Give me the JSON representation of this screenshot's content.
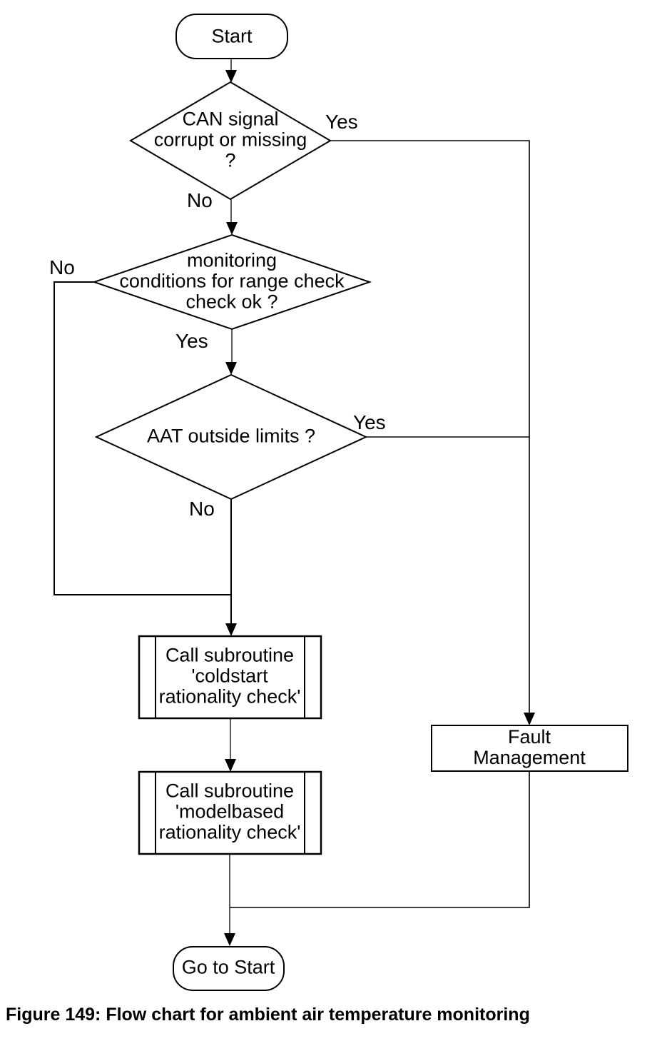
{
  "figure": {
    "caption": "Figure 149: Flow chart for ambient air temperature monitoring"
  },
  "flowchart": {
    "colors": {
      "line": "#000000",
      "background": "#ffffff",
      "text": "#000000"
    },
    "nodes": {
      "start": {
        "type": "terminator",
        "label": "Start"
      },
      "can_signal_check": {
        "type": "decision",
        "label": "CAN signal\ncorrupt or missing\n?"
      },
      "monitoring_conditions_check": {
        "type": "decision",
        "label": "monitoring\nconditions for range check\ncheck ok ?"
      },
      "aat_limits_check": {
        "type": "decision",
        "label": "AAT outside limits ?"
      },
      "coldstart_subroutine": {
        "type": "predefined-process",
        "label": "Call subroutine\n'coldstart\nrationality check'"
      },
      "modelbased_subroutine": {
        "type": "predefined-process",
        "label": "Call subroutine\n'modelbased\nrationality check'"
      },
      "fault_management": {
        "type": "process",
        "label": "Fault Management"
      },
      "goto_start": {
        "type": "terminator",
        "label": "Go to Start"
      }
    },
    "edges": [
      {
        "from": "start",
        "to": "can_signal_check",
        "label": ""
      },
      {
        "from": "can_signal_check",
        "to": "fault_management",
        "label": "Yes"
      },
      {
        "from": "can_signal_check",
        "to": "monitoring_conditions_check",
        "label": "No"
      },
      {
        "from": "monitoring_conditions_check",
        "to": "coldstart_subroutine",
        "label": "No"
      },
      {
        "from": "monitoring_conditions_check",
        "to": "aat_limits_check",
        "label": "Yes"
      },
      {
        "from": "aat_limits_check",
        "to": "fault_management",
        "label": "Yes"
      },
      {
        "from": "aat_limits_check",
        "to": "coldstart_subroutine",
        "label": "No"
      },
      {
        "from": "coldstart_subroutine",
        "to": "modelbased_subroutine",
        "label": ""
      },
      {
        "from": "modelbased_subroutine",
        "to": "goto_start",
        "label": ""
      },
      {
        "from": "fault_management",
        "to": "goto_start",
        "label": ""
      }
    ]
  }
}
